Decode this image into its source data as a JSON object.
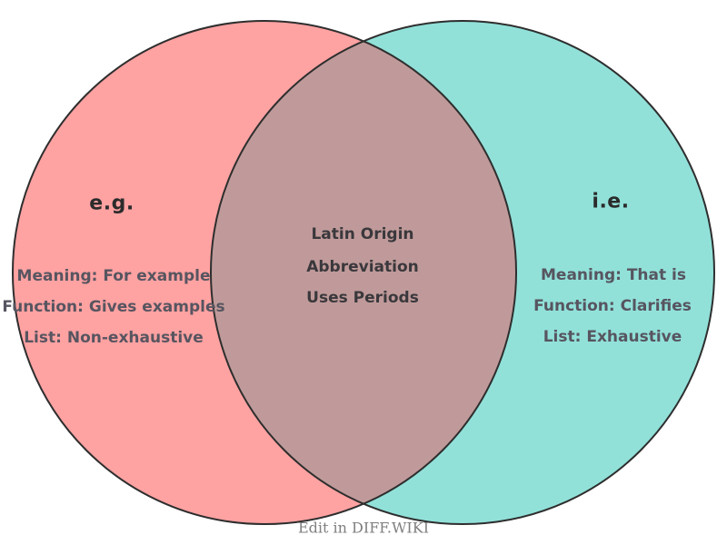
{
  "diagram": {
    "type": "venn2",
    "left_set": {
      "title": "e.g.",
      "color": "#FFA2A2",
      "items": [
        "Meaning: For example",
        "Function: Gives examples",
        "List: Non-exhaustive"
      ]
    },
    "right_set": {
      "title": "i.e.",
      "color": "#91E1D9",
      "items": [
        "Meaning: That is",
        "Function: Clarifies",
        "List: Exhaustive"
      ]
    },
    "intersection": {
      "color": "#C09A9A",
      "items": [
        "Latin Origin",
        "Abbreviation",
        "Uses Periods"
      ]
    },
    "outline_color": "#2E2E2E"
  },
  "footer": {
    "edit_label": "Edit in DIFF.WIKI"
  }
}
